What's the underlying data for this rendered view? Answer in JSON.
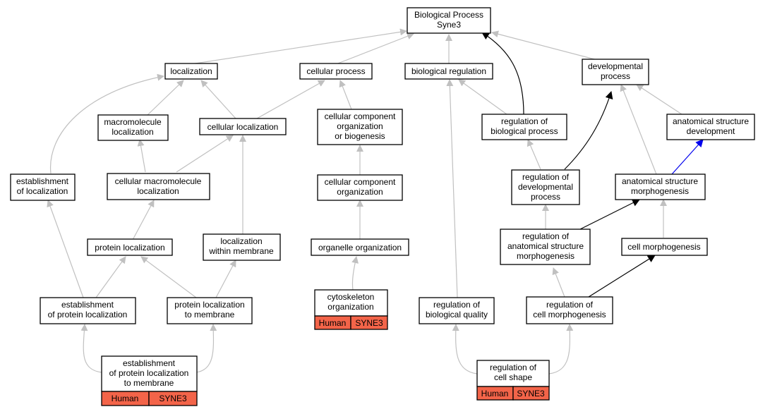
{
  "colors": {
    "edge_default": "#c0c0c0",
    "edge_black": "#000000",
    "edge_blue": "#0000ee",
    "annotation_fill": "#f36449",
    "node_fill": "#ffffff",
    "node_border": "#000000"
  },
  "nodes": {
    "root": {
      "lines": [
        "Biological Process",
        "Syne3"
      ]
    },
    "localization": {
      "lines": [
        "localization"
      ]
    },
    "cellular_process": {
      "lines": [
        "cellular process"
      ]
    },
    "biological_regulation": {
      "lines": [
        "biological regulation"
      ]
    },
    "developmental_process": {
      "lines": [
        "developmental",
        "process"
      ]
    },
    "macromolecule_localization": {
      "lines": [
        "macromolecule",
        "localization"
      ]
    },
    "cellular_localization": {
      "lines": [
        "cellular localization"
      ]
    },
    "ccob": {
      "lines": [
        "cellular component",
        "organization",
        "or biogenesis"
      ]
    },
    "reg_bio_process": {
      "lines": [
        "regulation of",
        "biological process"
      ]
    },
    "anat_dev": {
      "lines": [
        "anatomical structure",
        "development"
      ]
    },
    "est_localization": {
      "lines": [
        "establishment",
        "of localization"
      ]
    },
    "cell_macro_loc": {
      "lines": [
        "cellular macromolecule",
        "localization"
      ]
    },
    "cc_org": {
      "lines": [
        "cellular component",
        "organization"
      ]
    },
    "reg_dev_process": {
      "lines": [
        "regulation of",
        "developmental",
        "process"
      ]
    },
    "anat_morph": {
      "lines": [
        "anatomical structure",
        "morphogenesis"
      ]
    },
    "protein_loc": {
      "lines": [
        "protein localization"
      ]
    },
    "loc_within_membrane": {
      "lines": [
        "localization",
        "within membrane"
      ]
    },
    "organelle_org": {
      "lines": [
        "organelle organization"
      ]
    },
    "reg_anat_morph": {
      "lines": [
        "regulation of",
        "anatomical structure",
        "morphogenesis"
      ]
    },
    "cell_morph": {
      "lines": [
        "cell morphogenesis"
      ]
    },
    "est_protein_loc": {
      "lines": [
        "establishment",
        "of protein localization"
      ]
    },
    "protein_loc_membrane": {
      "lines": [
        "protein localization",
        "to membrane"
      ]
    },
    "cytoskeleton_org": {
      "lines": [
        "cytoskeleton",
        "organization"
      ],
      "tags": [
        "Human",
        "SYNE3"
      ]
    },
    "reg_bio_quality": {
      "lines": [
        "regulation of",
        "biological quality"
      ]
    },
    "reg_cell_morph": {
      "lines": [
        "regulation of",
        "cell morphogenesis"
      ]
    },
    "est_protein_loc_membrane": {
      "lines": [
        "establishment",
        "of protein localization",
        "to membrane"
      ],
      "tags": [
        "Human",
        "SYNE3"
      ]
    },
    "reg_cell_shape": {
      "lines": [
        "regulation of",
        "cell shape"
      ],
      "tags": [
        "Human",
        "SYNE3"
      ]
    }
  }
}
